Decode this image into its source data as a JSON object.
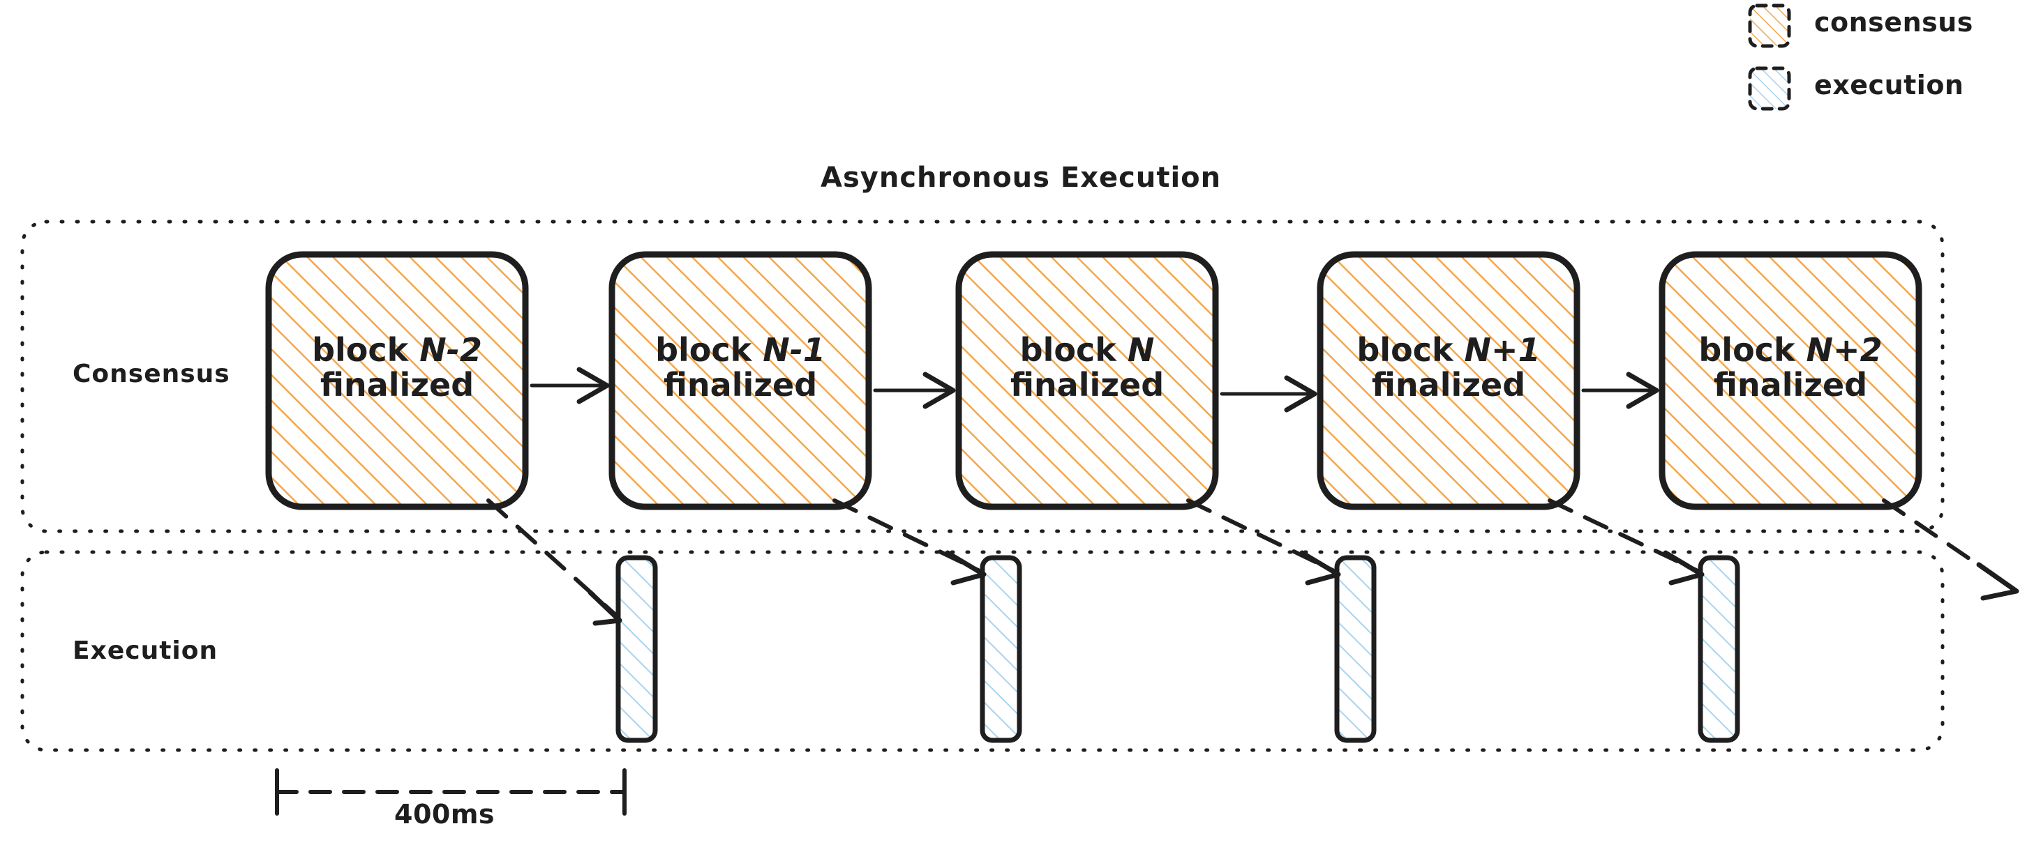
{
  "diagram": {
    "title": "Asynchronous Execution",
    "background_color": "#ffffff",
    "ink_color": "#1e1e1e",
    "consensus_color": "#f5a64b",
    "execution_color": "#a8d4ef"
  },
  "legend": {
    "items": [
      {
        "label": "consensus",
        "swatch": "consensus-hatch-swatch",
        "color": "#f5a64b"
      },
      {
        "label": "execution",
        "swatch": "execution-hatch-swatch",
        "color": "#a8d4ef"
      }
    ]
  },
  "lanes": [
    {
      "id": "consensus",
      "label": "Consensus"
    },
    {
      "id": "execution",
      "label": "Execution"
    }
  ],
  "consensus_blocks": [
    {
      "line1": "block ",
      "index": "N-2",
      "line2": "finalized"
    },
    {
      "line1": "block ",
      "index": "N-1",
      "line2": "finalized"
    },
    {
      "line1": "block ",
      "index": "N",
      "line2": "finalized"
    },
    {
      "line1": "block ",
      "index": "N+1",
      "line2": "finalized"
    },
    {
      "line1": "block ",
      "index": "N+2",
      "line2": "finalized"
    }
  ],
  "execution_blocks": [
    {
      "for_block": "N-2"
    },
    {
      "for_block": "N-1"
    },
    {
      "for_block": "N"
    },
    {
      "for_block": "N+1"
    }
  ],
  "measurement": {
    "label": "400ms",
    "from": "block N-2 start",
    "to": "block N-2 execution"
  }
}
